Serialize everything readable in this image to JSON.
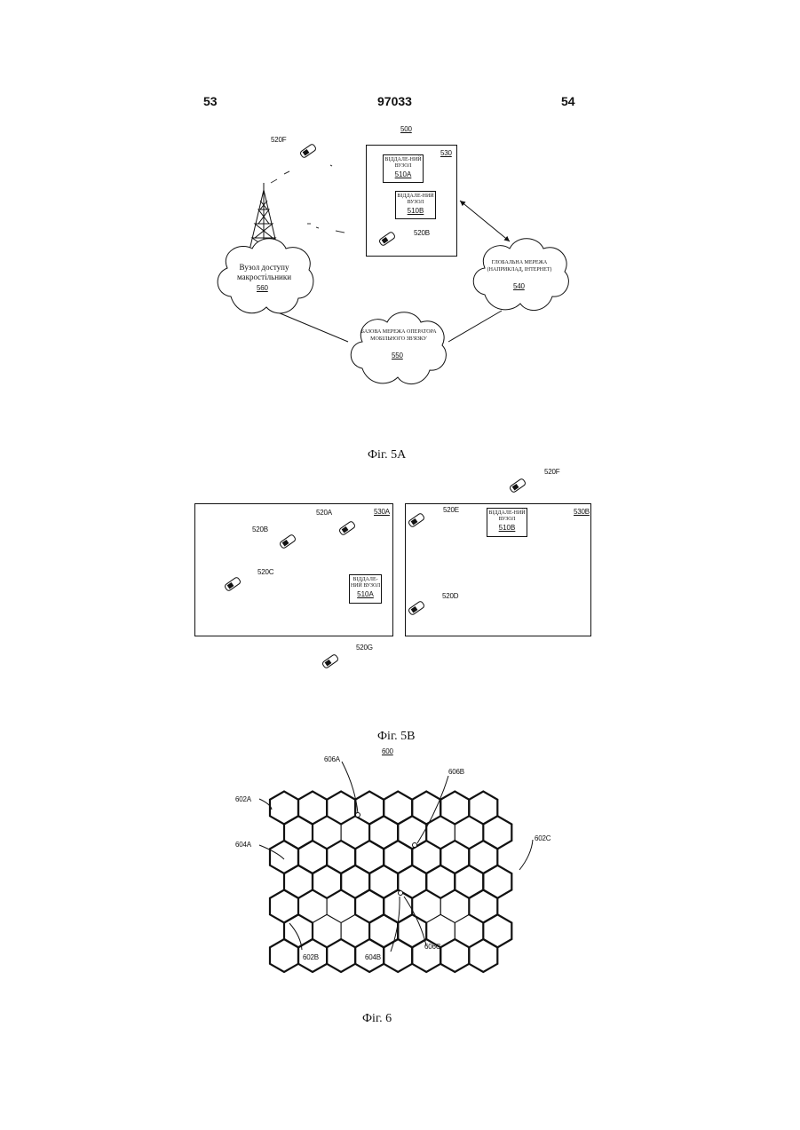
{
  "header": {
    "left_page": "53",
    "doc_number": "97033",
    "right_page": "54"
  },
  "fig5a": {
    "ref": "500",
    "caption": "Фіг. 5А",
    "box_530": "530",
    "node_510a": {
      "text": "ВІДДАЛЕ-НИЙ ВУЗОЛ",
      "id": "510A"
    },
    "node_510b": {
      "text": "ВІДДАЛЕ-НИЙ ВУЗОЛ",
      "id": "510B"
    },
    "phone_520b": "520B",
    "phone_520f": "520F",
    "cloud_560": {
      "text": "Вузол доступу макростільники",
      "id": "560"
    },
    "cloud_540": {
      "text": "ГЛОБАЛЬНА МЕРЕЖА (НАПРИКЛАД, ІНТЕРНЕТ)",
      "id": "540"
    },
    "cloud_550": {
      "text": "БАЗОВА МЕРЕЖА ОПЕРАТОРА МОБІЛЬНОГО ЗВ'ЯЗКУ",
      "id": "550"
    }
  },
  "fig5b": {
    "caption": "Фіг. 5В",
    "box_530a": "530A",
    "box_530b": "530B",
    "phones": [
      "520A",
      "520B",
      "520C",
      "520E",
      "520D",
      "520F",
      "520G"
    ],
    "node_510a": {
      "text": "ВІДДАЛЕ-НИЙ ВУЗОЛ",
      "id": "510A"
    },
    "node_510b": {
      "text": "ВІДДАЛЕ-НИЙ ВУЗОЛ",
      "id": "510B"
    }
  },
  "fig6": {
    "ref": "600",
    "caption": "Фіг. 6",
    "labels": {
      "l602a": "602A",
      "l604a": "604A",
      "l606a": "606A",
      "l606b": "606B",
      "l602c": "602C",
      "l602b": "602B",
      "l604b": "604B",
      "l606c": "606C"
    }
  }
}
